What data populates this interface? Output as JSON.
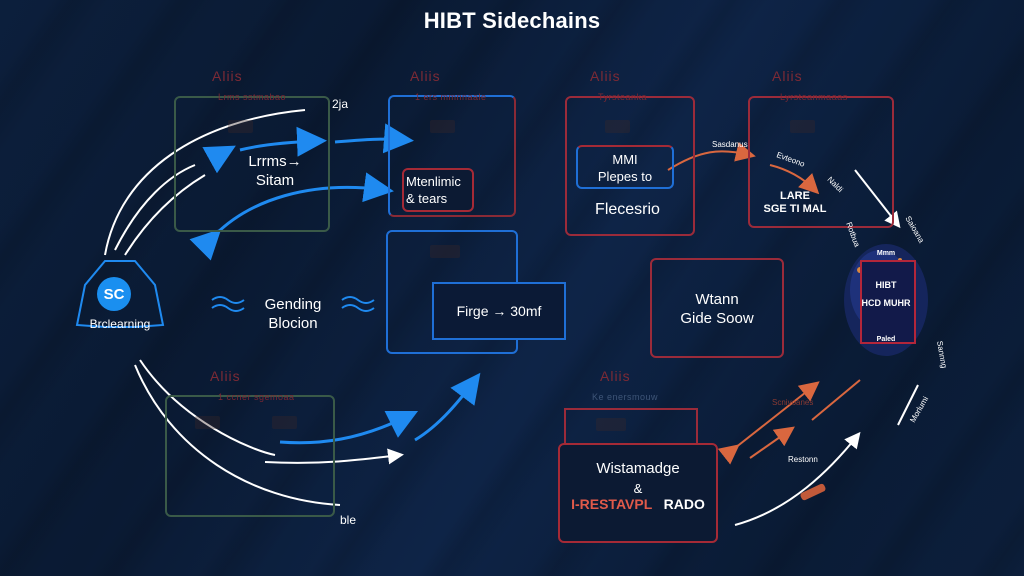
{
  "title": "HIBT Sidechains",
  "colors": {
    "background": "#0c1f3c",
    "accent_blue": "#1f8af0",
    "accent_red": "#a52a36",
    "accent_orange": "#d9673f",
    "green_border": "#3a5a48"
  },
  "left_node": {
    "icon_text": "SC",
    "label": "Brclearning"
  },
  "middle_label": {
    "line1": "Gending",
    "line2": "Blocion"
  },
  "boxes": [
    {
      "id": "box-top-1",
      "header": "Aliis",
      "subheader": "Lrms sstmabao",
      "label_line1": "Lrrms→",
      "label_line2": "Sitam",
      "side_note": "2ja"
    },
    {
      "id": "box-top-2",
      "header": "Aliis",
      "subheader": "1 ers mmnnaale",
      "label_line1": "Mtenlimic",
      "label_line2": "& tears"
    },
    {
      "id": "box-top-3",
      "header": "Aliis",
      "subheader": "Tyrsteanka",
      "label_line1": "MMI",
      "label_line2": "Plepes to",
      "label_line3": "Flecesrio"
    },
    {
      "id": "box-top-4",
      "header": "Aliis",
      "subheader": "Lyrsteanmaaas",
      "label_line1": "LARE",
      "label_line2": "SGE TI MAL"
    },
    {
      "id": "box-mid-1",
      "label": "Firge → 30mf"
    },
    {
      "id": "box-mid-2",
      "label_line1": "Wtann",
      "label_line2": "Gide Soow"
    },
    {
      "id": "box-bot-1",
      "header": "Aliis",
      "subheader": "1 ccner sgemoaa",
      "side_note": "ble"
    },
    {
      "id": "box-bot-2",
      "header": "Aliis",
      "subheader": "Ke enersmouw",
      "label_line1": "Wistamadge",
      "label_line2": "&",
      "label_line3_red": "I-RESTAVPL",
      "label_line3_white": "RADO"
    }
  ],
  "hub": {
    "label_top": "Mmm",
    "label1": "HIBT",
    "label2": "HCD MUHR",
    "label_bottom": "Paled"
  },
  "arrow_labels": [
    "Sasdanus",
    "Evteono",
    "Naldi",
    "Rotbua",
    "Saioana",
    "Sannng",
    "Morlumi",
    "Scnivoanes",
    "Restonn"
  ]
}
